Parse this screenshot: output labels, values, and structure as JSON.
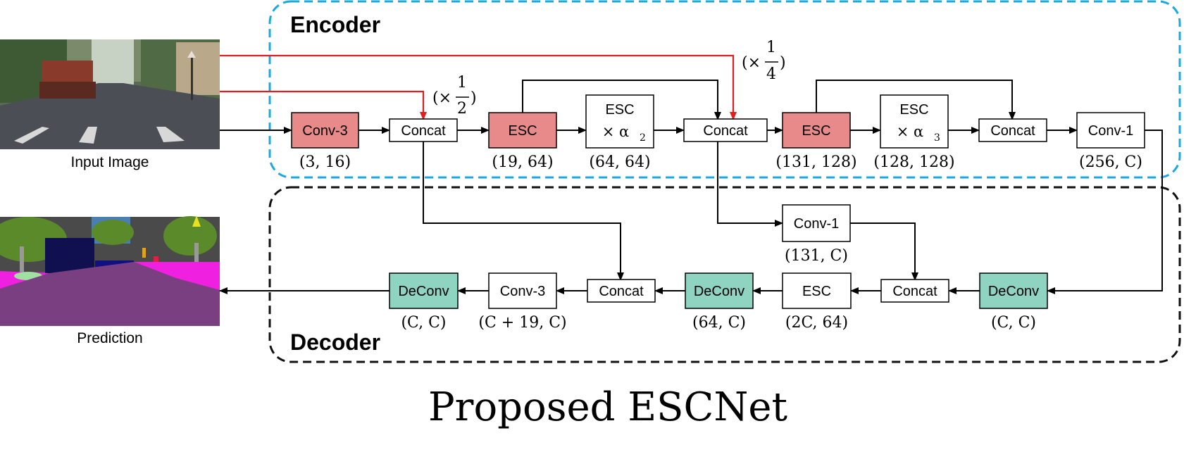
{
  "figure_title": "Proposed ESCNet",
  "groups": {
    "encoder_label": "Encoder",
    "decoder_label": "Decoder"
  },
  "images": {
    "input_caption": "Input Image",
    "prediction_caption": "Prediction"
  },
  "scale_labels": {
    "half": {
      "prefix": "(×",
      "numerator": "1",
      "denominator": "2",
      "suffix": ")"
    },
    "quarter": {
      "prefix": "(×",
      "numerator": "1",
      "denominator": "4",
      "suffix": ")"
    }
  },
  "encoder_blocks": [
    {
      "id": "conv3",
      "label": "Conv-3",
      "dims": "(3, 16)",
      "kind": "red"
    },
    {
      "id": "concat1",
      "label": "Concat",
      "dims": "",
      "kind": "plain"
    },
    {
      "id": "esc1",
      "label": "ESC",
      "dims": "(19, 64)",
      "kind": "red"
    },
    {
      "id": "escmul2",
      "label": "ESC",
      "label2": "× α",
      "sub": "2",
      "dims": "(64, 64)",
      "kind": "plain"
    },
    {
      "id": "concat2",
      "label": "Concat",
      "dims": "",
      "kind": "plain"
    },
    {
      "id": "esc2",
      "label": "ESC",
      "dims": "(131, 128)",
      "kind": "red"
    },
    {
      "id": "escmul3",
      "label": "ESC",
      "label2": "× α",
      "sub": "3",
      "dims": "(128, 128)",
      "kind": "plain"
    },
    {
      "id": "concat3",
      "label": "Concat",
      "dims": "",
      "kind": "plain"
    },
    {
      "id": "conv1enc",
      "label": "Conv-1",
      "dims": "(256, C)",
      "kind": "plain"
    }
  ],
  "decoder_blocks": [
    {
      "id": "deconv3",
      "label": "DeConv",
      "dims": "(C, C)",
      "kind": "green"
    },
    {
      "id": "conv3dec",
      "label": "Conv-3",
      "dims": "(C + 19, C)",
      "kind": "plain"
    },
    {
      "id": "concat_d2",
      "label": "Concat",
      "dims": "",
      "kind": "plain"
    },
    {
      "id": "deconv2",
      "label": "DeConv",
      "dims": "(64, C)",
      "kind": "green"
    },
    {
      "id": "escdec",
      "label": "ESC",
      "dims": "(2C, 64)",
      "kind": "plain"
    },
    {
      "id": "concat_d1",
      "label": "Concat",
      "dims": "",
      "kind": "plain"
    },
    {
      "id": "deconv1",
      "label": "DeConv",
      "dims": "(C, C)",
      "kind": "green"
    },
    {
      "id": "conv1dec",
      "label": "Conv-1",
      "dims": "(131, C)",
      "kind": "plain"
    }
  ],
  "colors": {
    "red_block": "#e88a8a",
    "green_block": "#8fd3c1",
    "encoder_border": "#1aa8e0",
    "skip_arrow": "#e02020"
  }
}
